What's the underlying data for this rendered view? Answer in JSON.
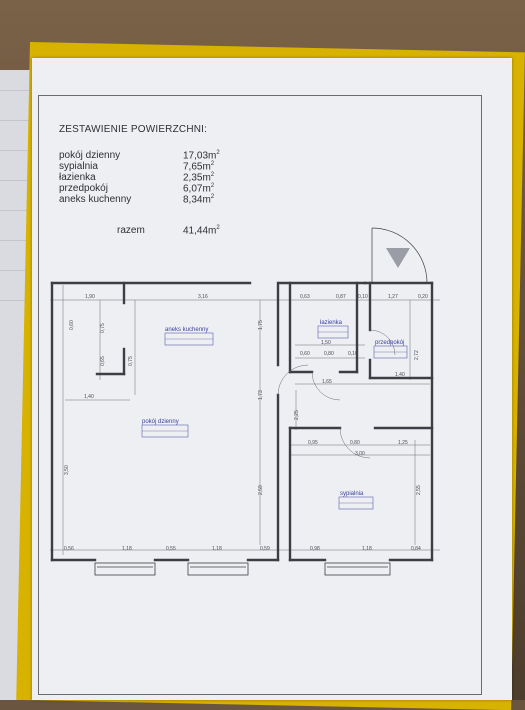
{
  "summary": {
    "title": "ZESTAWIENIE POWIERZCHNI:",
    "rooms": [
      {
        "name": "pokój dzienny",
        "area": "17,03m"
      },
      {
        "name": "sypialnia",
        "area": "7,65m"
      },
      {
        "name": "łazienka",
        "area": "2,35m"
      },
      {
        "name": "przedpokój",
        "area": "6,07m"
      },
      {
        "name": "aneks kuchenny",
        "area": "8,34m"
      }
    ],
    "area_superscript": "2",
    "total_label": "razem",
    "total_area": "41,44m"
  },
  "plan": {
    "rooms": {
      "aneks": "aneks kuchenny",
      "pokoj": "pokój dzienny",
      "lazienka": "łazienka",
      "przedpokoj": "przedpokój",
      "sypialnia": "sypialnia"
    },
    "dims": {
      "top_1": "1,90",
      "top_2": "3,16",
      "top_3": "0,63",
      "top_4": "0,87",
      "top_5": "0,10",
      "top_6": "1,27",
      "top_7": "0,20",
      "left_1": "0,60",
      "left_2": "0,75",
      "left_3": "0,65",
      "left_4": "0,75",
      "left_5": "3,50",
      "mid_1": "1,40",
      "mid_2": "1,73",
      "mid_3": "2,59",
      "mid_4": "1,75",
      "baz_1": "1,50",
      "baz_2": "0,60",
      "baz_3": "0,80",
      "baz_4": "0,10",
      "baz_5": "2,25",
      "hall_1": "1,65",
      "hall_2": "1,40",
      "hall_3": "2,72",
      "bed_1": "0,95",
      "bed_2": "0,80",
      "bed_3": "1,25",
      "bed_4": "3,00",
      "bed_5": "2,55",
      "bot_1": "0,56",
      "bot_2": "1,18",
      "bot_3": "0,55",
      "bot_4": "1,18",
      "bot_5": "0,59",
      "bot_6": "0,98",
      "bot_7": "1,18",
      "bot_8": "0,84"
    }
  },
  "colors": {
    "wall": "#3c3e45",
    "room_label": "#3a3fa0",
    "folder": "#d8b200",
    "paper": "#eeeff2"
  }
}
